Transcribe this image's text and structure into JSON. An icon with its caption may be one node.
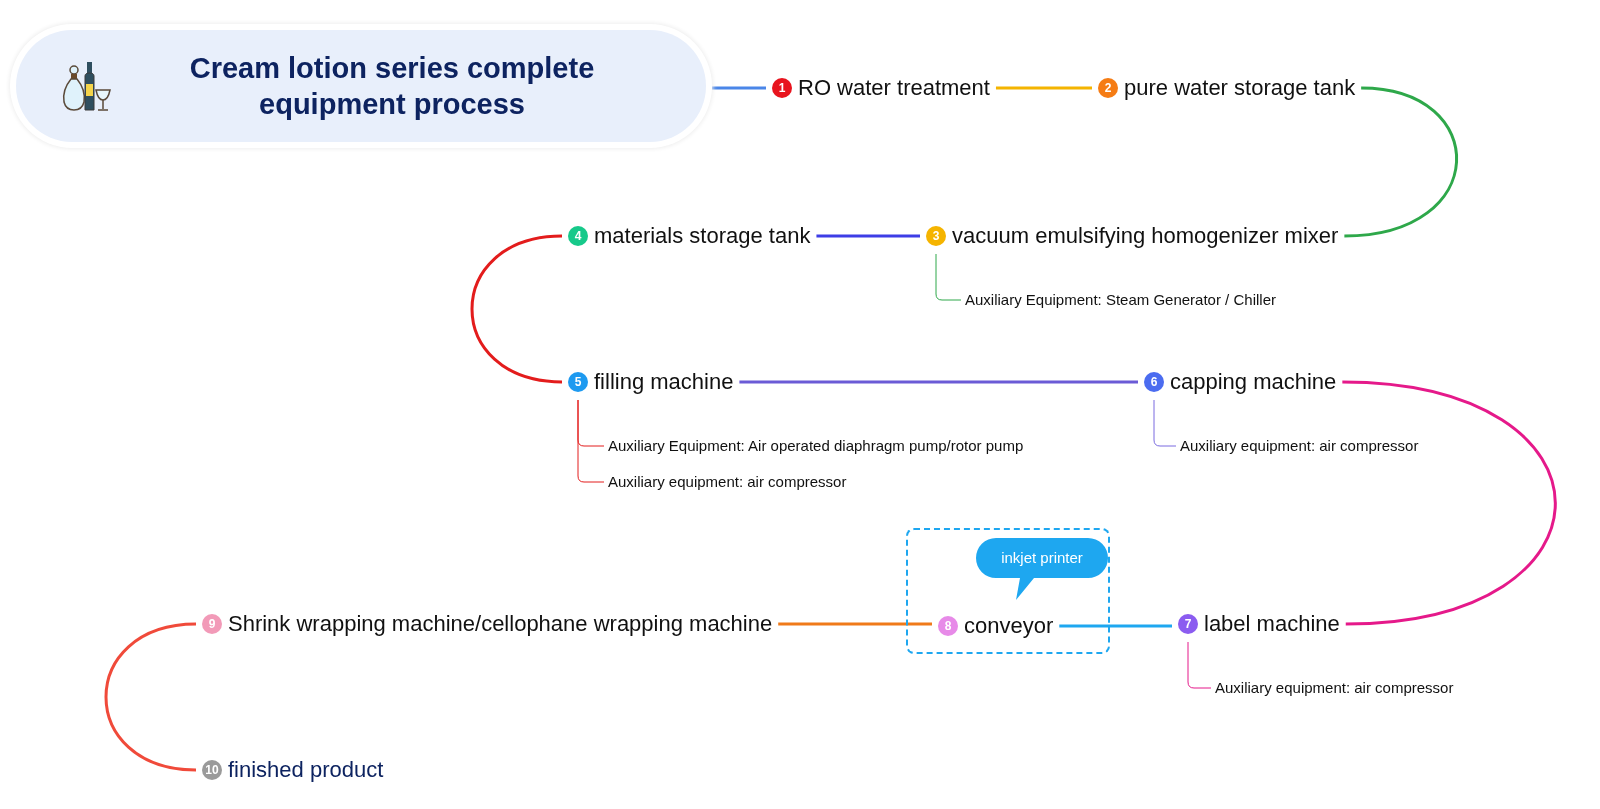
{
  "diagram": {
    "nodes": [
      {
        "text": [
          "Cream lotion series complete equipment process"
        ]
      },
      {
        "text": [
          "1",
          "RO water treatment"
        ]
      },
      {
        "text": [
          "2",
          "pure water storage tank"
        ]
      },
      {
        "text": [
          "3",
          "vacuum emulsifying homogenizer mixer"
        ]
      },
      {
        "text": [
          "Auxiliary Equipment: Steam Generator / Chiller"
        ]
      },
      {
        "text": [
          "4",
          "materials storage tank"
        ]
      },
      {
        "text": [
          "5",
          "filling machine"
        ]
      },
      {
        "text": [
          "Auxiliary Equipment: Air operated diaphragm pump/rotor pump"
        ]
      },
      {
        "text": [
          "Auxiliary equipment: air compressor"
        ]
      },
      {
        "text": [
          "6",
          "capping machine"
        ]
      },
      {
        "text": [
          "Auxiliary equipment: air compressor"
        ]
      },
      {
        "text": [
          "7",
          "label machine"
        ]
      },
      {
        "text": [
          "Auxiliary equipment: air compressor"
        ]
      },
      {
        "text": [],
        "shape": "box"
      },
      {
        "text": [
          "8",
          "conveyor"
        ],
        "in": 13
      },
      {
        "text": [
          "inkjet printer"
        ],
        "in": 13
      },
      {
        "text": [
          "9",
          "Shrink wrapping machine/cellophane wrapping machine"
        ]
      },
      {
        "text": [
          "10",
          "finished product"
        ]
      }
    ],
    "edges": [
      {
        "from": 0,
        "to": 1,
        "arrow": "none",
        "color": "#4a86e8"
      },
      {
        "from": 1,
        "to": 2,
        "arrow": "none",
        "color": "#f4b400"
      },
      {
        "from": 2,
        "to": 3,
        "arrow": "none",
        "color": "#2ea84a"
      },
      {
        "from": 3,
        "to": 5,
        "arrow": "none",
        "color": "#3d3de6"
      },
      {
        "from": 3,
        "to": 4,
        "arrow": "none",
        "color": "#2ea84a"
      },
      {
        "from": 5,
        "to": 6,
        "arrow": "none",
        "color": "#e31c1c"
      },
      {
        "from": 6,
        "to": 9,
        "arrow": "none",
        "color": "#6b5bd6"
      },
      {
        "from": 6,
        "to": 7,
        "arrow": "none",
        "color": "#e31c1c"
      },
      {
        "from": 6,
        "to": 8,
        "arrow": "none",
        "color": "#e31c1c"
      },
      {
        "from": 9,
        "to": 10,
        "arrow": "none",
        "color": "#7a6be0"
      },
      {
        "from": 9,
        "to": 11,
        "arrow": "none",
        "color": "#e5198a"
      },
      {
        "from": 11,
        "to": 12,
        "arrow": "none",
        "color": "#e5198a"
      },
      {
        "from": 11,
        "to": 14,
        "arrow": "none",
        "color": "#1ea7f0"
      },
      {
        "from": 14,
        "to": 16,
        "arrow": "none",
        "color": "#f07a1a"
      },
      {
        "from": 16,
        "to": 17,
        "arrow": "none",
        "color": "#f04a3a"
      }
    ]
  }
}
